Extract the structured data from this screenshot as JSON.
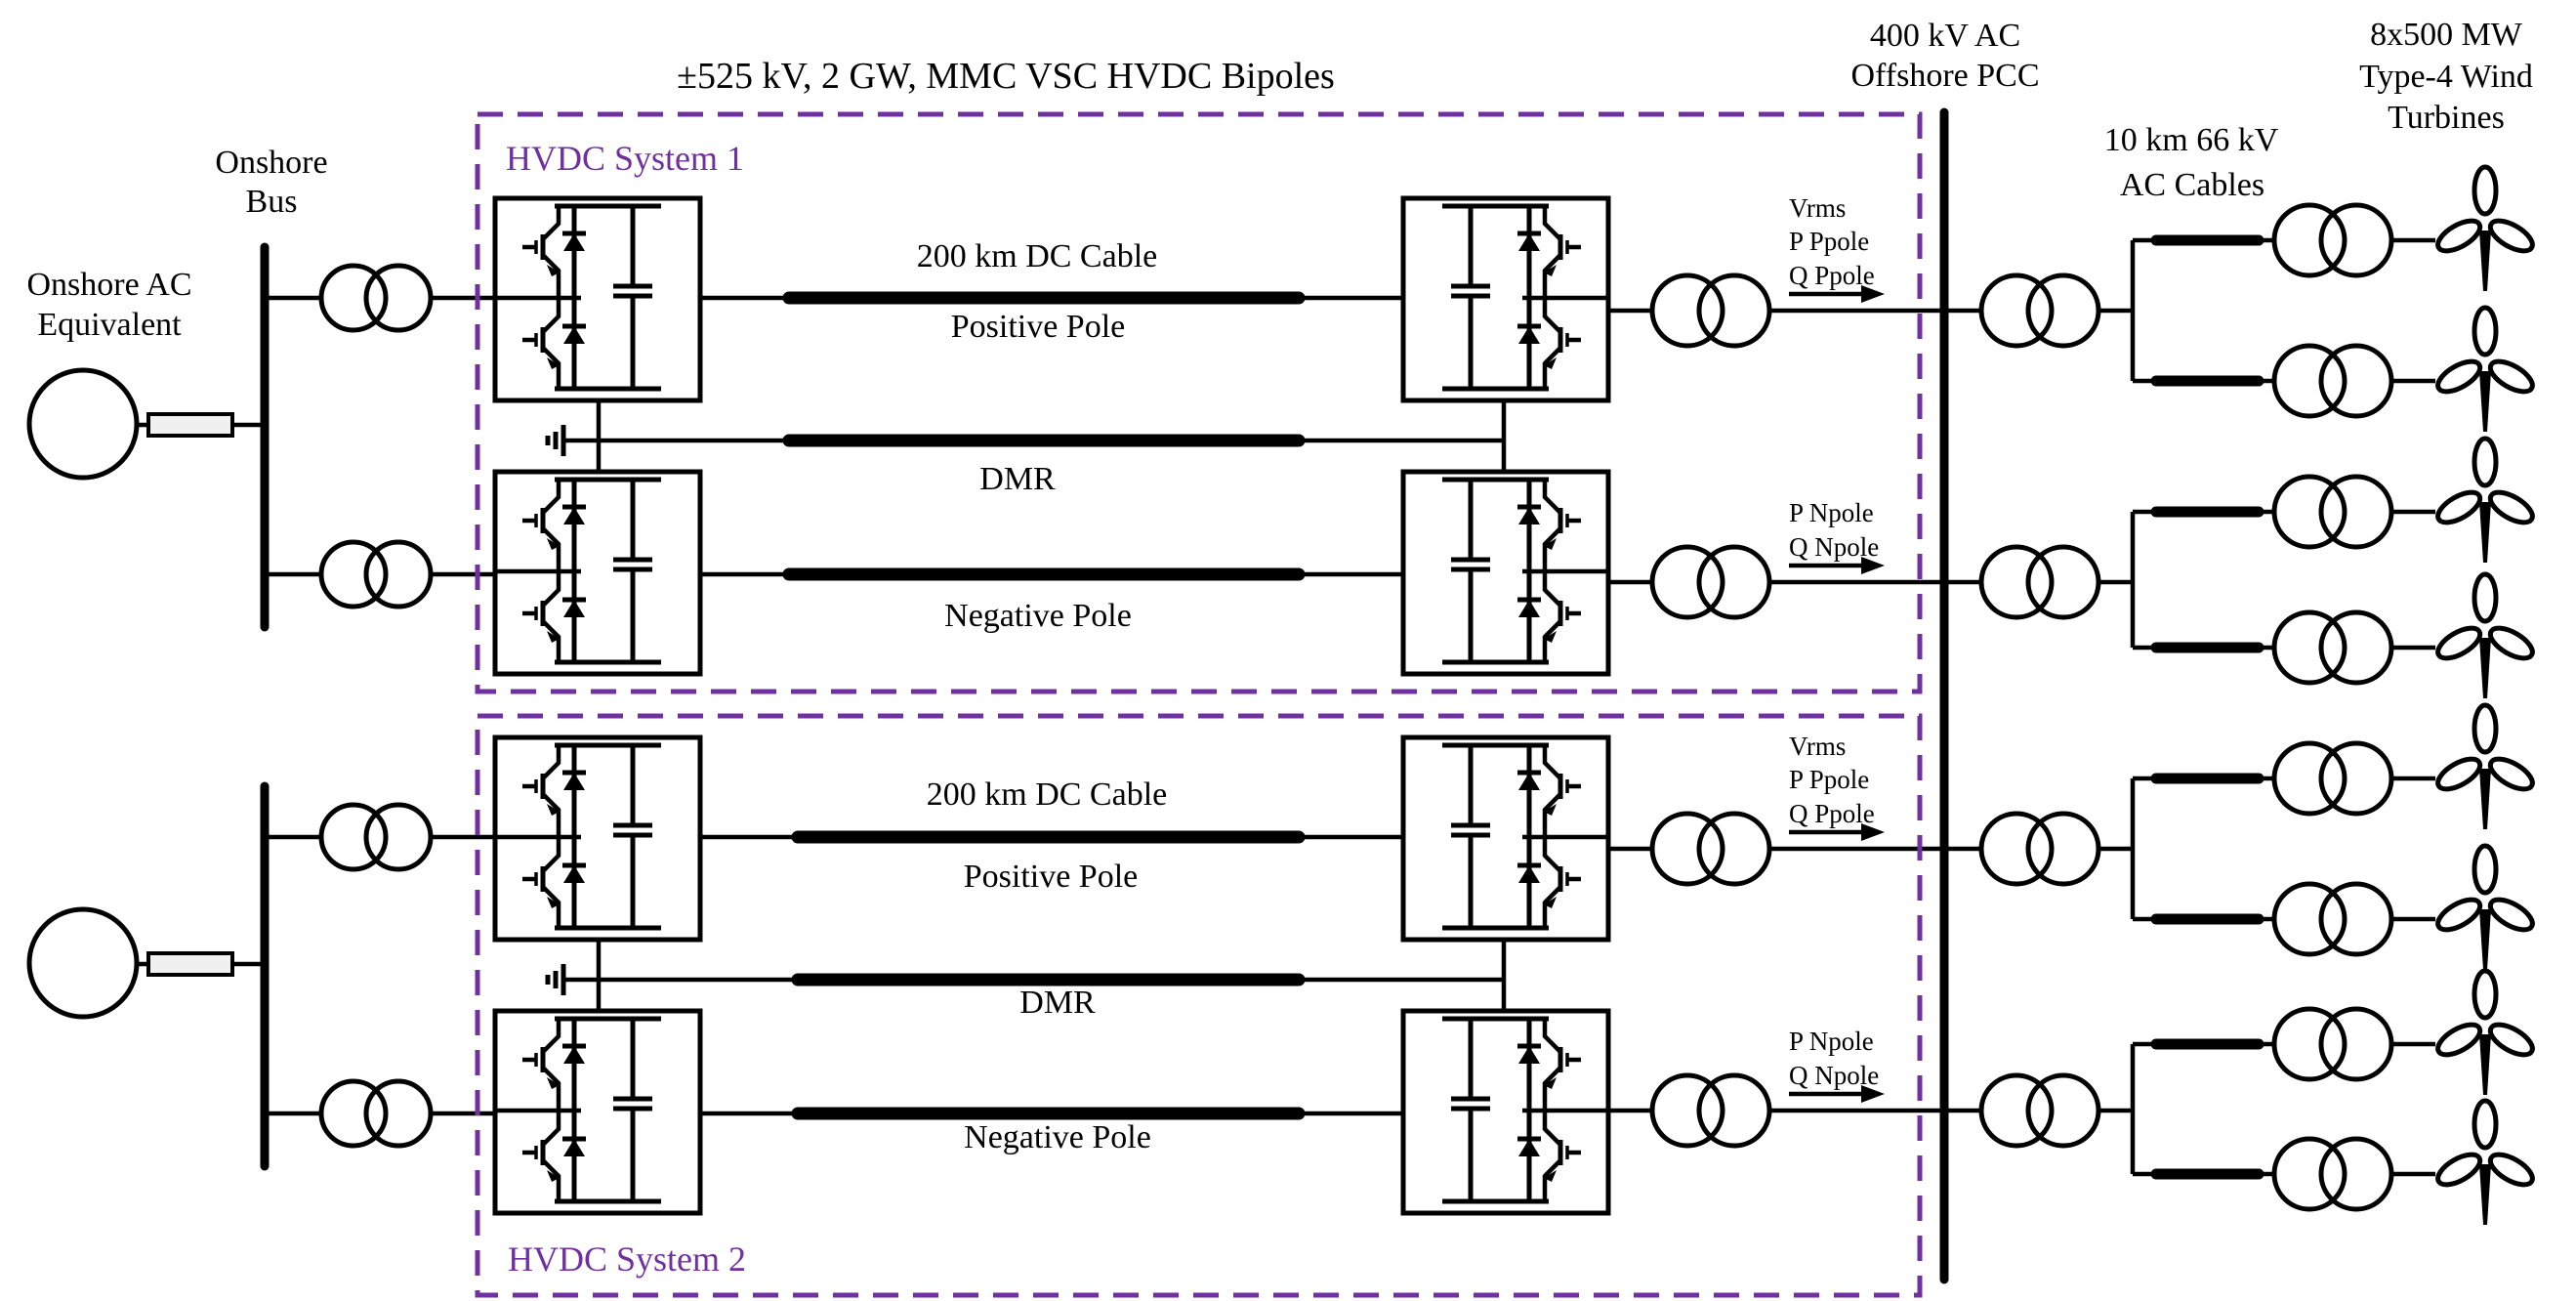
{
  "colors": {
    "accent_purple": "#7030A0",
    "line_black": "#000000",
    "background": "#ffffff",
    "impedance_fill": "#f0f0f0"
  },
  "title": "±525 kV, 2 GW, MMC VSC HVDC Bipoles",
  "headers": {
    "onshore_bus": [
      "Onshore",
      "Bus"
    ],
    "onshore_ac": [
      "Onshore AC",
      "Equivalent"
    ],
    "offshore_pcc": [
      "400 kV AC",
      "Offshore PCC"
    ],
    "ac_cables": [
      "10 km 66 kV",
      "AC Cables"
    ],
    "wind": [
      "8x500 MW",
      "Type-4 Wind",
      "Turbines"
    ]
  },
  "systems": [
    {
      "name": "HVDC System 1",
      "dc_cable": "200 km DC Cable",
      "positive_pole": "Positive Pole",
      "dmr": "DMR",
      "negative_pole": "Negative Pole",
      "flow_positive": [
        "Vrms",
        "P Ppole",
        "Q Ppole"
      ],
      "flow_negative": [
        "P Npole",
        "Q Npole"
      ]
    },
    {
      "name": "HVDC System 2",
      "dc_cable": "200 km DC Cable",
      "positive_pole": "Positive Pole",
      "dmr": "DMR",
      "negative_pole": "Negative Pole",
      "flow_positive": [
        "Vrms",
        "P Ppole",
        "Q Ppole"
      ],
      "flow_negative": [
        "P Npole",
        "Q Npole"
      ]
    }
  ]
}
